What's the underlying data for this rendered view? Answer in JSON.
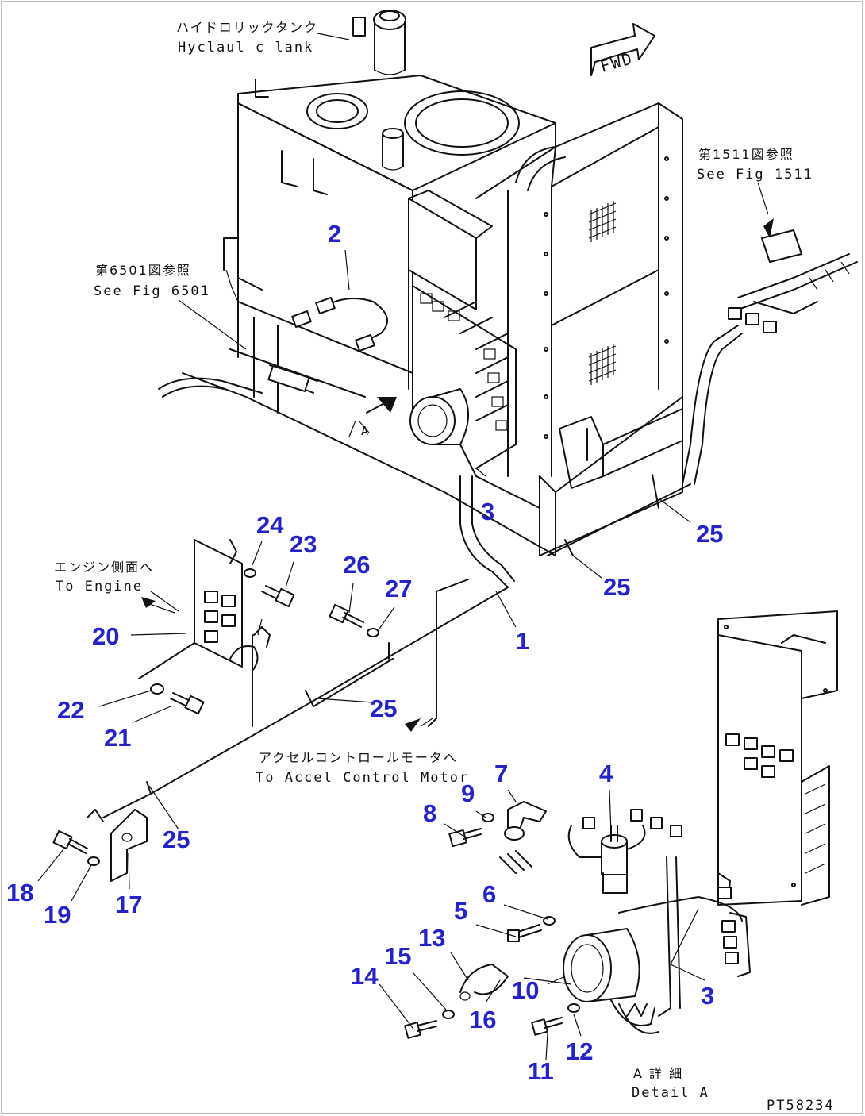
{
  "colors": {
    "callout": "#2323c8",
    "ink": "#111111"
  },
  "annotations": {
    "hydraulic_tank_jp": "ハイドロリックタンク",
    "hydraulic_tank_en": "Hyclaul c lank",
    "fwd_label": "FWD",
    "see_fig_1511_jp": "第1511図参照",
    "see_fig_1511_en": "See Fig 1511",
    "see_fig_6501_jp": "第6501図参照",
    "see_fig_6501_en": "See Fig 6501",
    "to_engine_jp": "エンジン側面へ",
    "to_engine_en": "To Engine",
    "to_accel_jp": "アクセルコントロールモータへ",
    "to_accel_en": "To Accel Control Motor",
    "detail_a_jp": "A 詳 細",
    "detail_a_en": "Detail A",
    "drawing_code": "PT58234",
    "arrow_a": "A"
  },
  "callouts": [
    {
      "id": "c2",
      "label": "2"
    },
    {
      "id": "c3a",
      "label": "3"
    },
    {
      "id": "c25a",
      "label": "25"
    },
    {
      "id": "c25b",
      "label": "25"
    },
    {
      "id": "c24",
      "label": "24"
    },
    {
      "id": "c23",
      "label": "23"
    },
    {
      "id": "c26",
      "label": "26"
    },
    {
      "id": "c27",
      "label": "27"
    },
    {
      "id": "c20",
      "label": "20"
    },
    {
      "id": "c1",
      "label": "1"
    },
    {
      "id": "c22",
      "label": "22"
    },
    {
      "id": "c25c",
      "label": "25"
    },
    {
      "id": "c21",
      "label": "21"
    },
    {
      "id": "c7",
      "label": "7"
    },
    {
      "id": "c4",
      "label": "4"
    },
    {
      "id": "c8",
      "label": "8"
    },
    {
      "id": "c9",
      "label": "9"
    },
    {
      "id": "c25d",
      "label": "25"
    },
    {
      "id": "c18",
      "label": "18"
    },
    {
      "id": "c17",
      "label": "17"
    },
    {
      "id": "c19",
      "label": "19"
    },
    {
      "id": "c6",
      "label": "6"
    },
    {
      "id": "c5",
      "label": "5"
    },
    {
      "id": "c13",
      "label": "13"
    },
    {
      "id": "c15",
      "label": "15"
    },
    {
      "id": "c14",
      "label": "14"
    },
    {
      "id": "c10",
      "label": "10"
    },
    {
      "id": "c3b",
      "label": "3"
    },
    {
      "id": "c16",
      "label": "16"
    },
    {
      "id": "c12",
      "label": "12"
    },
    {
      "id": "c11",
      "label": "11"
    }
  ]
}
